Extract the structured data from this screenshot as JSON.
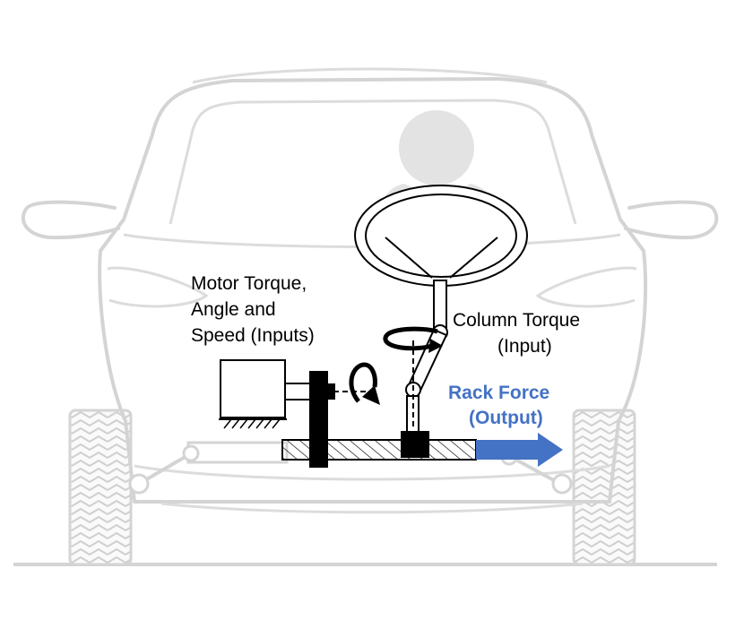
{
  "labels": {
    "motor_line1": "Motor Torque,",
    "motor_line2": "Angle and",
    "motor_line3": "Speed (Inputs)",
    "column_line1": "Column Torque",
    "column_line2": "(Input)",
    "rack_line1": "Rack Force",
    "rack_line2": "(Output)"
  },
  "colors": {
    "output_arrow": "#4472C4",
    "car_outline": "#d4d4d4",
    "mechanism": "#000000"
  }
}
